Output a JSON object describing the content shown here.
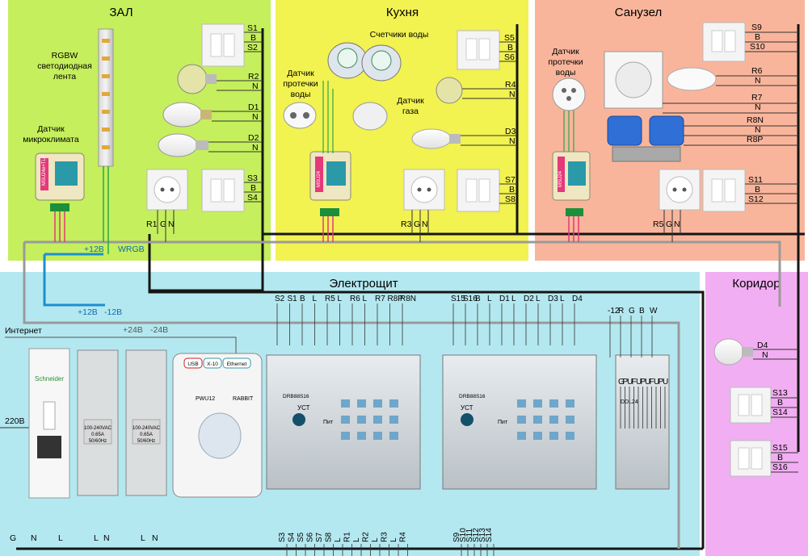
{
  "rooms": {
    "hall": "ЗАЛ",
    "kitchen": "Кухня",
    "bathroom": "Санузел",
    "panel": "Электрощит",
    "corridor": "Коридор"
  },
  "hall": {
    "led_label": [
      "RGBW",
      "светодиодная",
      "лента"
    ],
    "climate_label": [
      "Датчик",
      "микроклимата"
    ],
    "sw1": [
      "S1",
      "B",
      "S2"
    ],
    "r2": [
      "R2",
      "N"
    ],
    "d1": [
      "D1",
      "N"
    ],
    "d2": [
      "D2",
      "N"
    ],
    "sw2": [
      "S3",
      "B",
      "S4"
    ],
    "socket": [
      "R1",
      "G",
      "N"
    ],
    "bus12": "+12B",
    "wrgb": "WRGB",
    "sensor_text": "MSU24e+TLP"
  },
  "kitchen": {
    "meters_label": "Счетчики воды",
    "leak_label": [
      "Датчик",
      "протечки",
      "воды"
    ],
    "gas_label": [
      "Датчик",
      "газа"
    ],
    "sw1": [
      "S5",
      "B",
      "S6"
    ],
    "r4": [
      "R4",
      "N"
    ],
    "d3": [
      "D3",
      "N"
    ],
    "sw2": [
      "S7",
      "B",
      "S8"
    ],
    "socket": [
      "R3",
      "G",
      "N"
    ],
    "module_text": "MSU24"
  },
  "bathroom": {
    "leak_label": [
      "Датчик",
      "протечки",
      "воды"
    ],
    "sw1": [
      "S9",
      "B",
      "S10"
    ],
    "r6": [
      "R6",
      "N"
    ],
    "r7": [
      "R7",
      "N"
    ],
    "valve": [
      "R8N",
      "N",
      "R8P"
    ],
    "sw2": [
      "S11",
      "B",
      "S12"
    ],
    "socket": [
      "R5",
      "G",
      "N"
    ],
    "module_text": "MSU24"
  },
  "corridor": {
    "d4": [
      "D4",
      "N"
    ],
    "sw1": [
      "S13",
      "B",
      "S14"
    ],
    "sw2": [
      "S15",
      "B",
      "S16"
    ]
  },
  "panel": {
    "bus": [
      "+12B",
      "-12B"
    ],
    "bus24": [
      "+24B",
      "-24B"
    ],
    "internet": "Интернет",
    "v220": "220B",
    "mains": [
      "G",
      "N",
      "L"
    ],
    "psu_out": [
      "L",
      "N"
    ],
    "breaker_brand": "Schneider",
    "psu_spec": [
      "100-240VAC",
      "0.65A",
      "50/60Hz"
    ],
    "gw_name": "PWU12",
    "gw_rabbit": "RABBIT",
    "gw_ports": [
      "USB",
      "X-10",
      "Ethernet"
    ],
    "drb_name": "DRB88S16",
    "ust": "УСТ",
    "pit": "Пит",
    "drb1_top": [
      "S2",
      "S1",
      "B",
      "L",
      "R5",
      "L",
      "R6",
      "L",
      "R7",
      "R8P",
      "R8N"
    ],
    "drb1_bottom": [
      "S3",
      "S4",
      "S5",
      "S6",
      "S7",
      "S8",
      "L",
      "R1",
      "L",
      "R2",
      "L",
      "R3",
      "L",
      "R4"
    ],
    "drb2_top": [
      "S15",
      "S16",
      "B",
      "L",
      "D1",
      "L",
      "D2",
      "L",
      "D3",
      "L",
      "D4"
    ],
    "drb2_bottom": [
      "S9",
      "S10",
      "S11",
      "S12",
      "S13",
      "S14"
    ],
    "ddl_top": [
      "-12",
      "R",
      "G",
      "B",
      "W"
    ],
    "ddl_name": "DDL24",
    "ddl_terminals": [
      "G",
      "P",
      "U",
      "F",
      "U",
      "P",
      "U",
      "F",
      "U",
      "P",
      "U"
    ]
  }
}
